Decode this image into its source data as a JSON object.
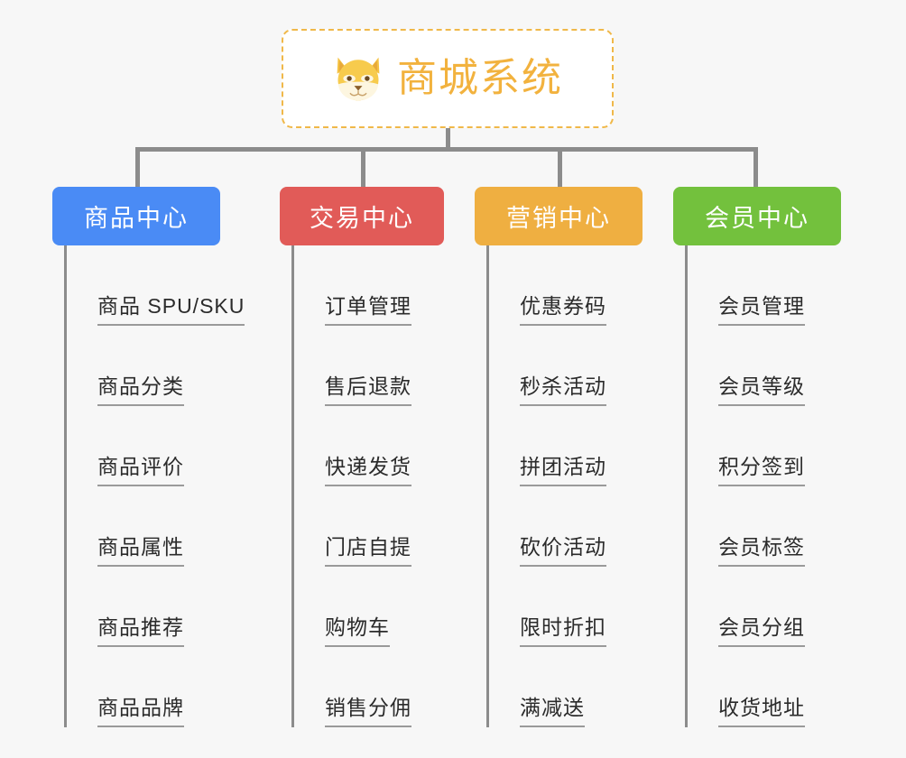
{
  "root": {
    "title": "商城系统",
    "icon": "shiba-dog-icon",
    "border_color": "#f0b849",
    "text_color": "#f2b23e"
  },
  "columns": [
    {
      "id": "product-center",
      "title": "商品中心",
      "color": "#4a8bf5",
      "items": [
        "商品 SPU/SKU",
        "商品分类",
        "商品评价",
        "商品属性",
        "商品推荐",
        "商品品牌"
      ]
    },
    {
      "id": "trade-center",
      "title": "交易中心",
      "color": "#e15b58",
      "items": [
        "订单管理",
        "售后退款",
        "快递发货",
        "门店自提",
        "购物车",
        "销售分佣"
      ]
    },
    {
      "id": "marketing-center",
      "title": "营销中心",
      "color": "#efaf41",
      "items": [
        "优惠券码",
        "秒杀活动",
        "拼团活动",
        "砍价活动",
        "限时折扣",
        "满减送"
      ]
    },
    {
      "id": "member-center",
      "title": "会员中心",
      "color": "#73c13d",
      "items": [
        "会员管理",
        "会员等级",
        "积分签到",
        "会员标签",
        "会员分组",
        "收货地址"
      ]
    }
  ],
  "theme": {
    "background": "#f7f7f7",
    "connector_color": "#8c8c8c",
    "leaf_text_color": "#2b2b2b",
    "leaf_rule_color": "#9a9a9a"
  }
}
